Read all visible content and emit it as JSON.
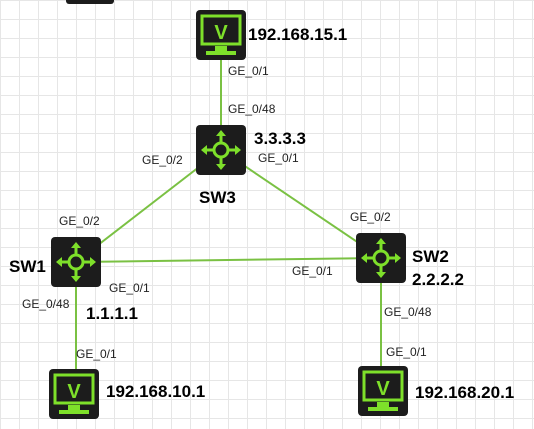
{
  "colors": {
    "link": "#7ac143",
    "device": "#1c1c1c",
    "accent": "#7ee02a"
  },
  "nodes": {
    "pc_top": {
      "label": "192.168.15.1",
      "icon": "pc-monitor-icon",
      "glyph": "V"
    },
    "sw3": {
      "label": "SW3",
      "ip": "3.3.3.3",
      "icon": "switch-icon"
    },
    "sw1": {
      "label": "SW1",
      "ip": "1.1.1.1",
      "icon": "switch-icon"
    },
    "sw2": {
      "label": "SW2",
      "ip": "2.2.2.2",
      "icon": "switch-icon"
    },
    "pc_left": {
      "label": "192.168.10.1",
      "icon": "pc-monitor-icon",
      "glyph": "V"
    },
    "pc_right": {
      "label": "192.168.20.1",
      "icon": "pc-monitor-icon",
      "glyph": "V"
    }
  },
  "links": [
    {
      "from": "pc_top",
      "to": "sw3",
      "from_port": "GE_0/1",
      "to_port": "GE_0/48"
    },
    {
      "from": "sw3",
      "to": "sw1",
      "from_port": "GE_0/2",
      "to_port": "GE_0/2"
    },
    {
      "from": "sw3",
      "to": "sw2",
      "from_port": "GE_0/1",
      "to_port": "GE_0/2"
    },
    {
      "from": "sw1",
      "to": "sw2",
      "from_port": "GE_0/1",
      "to_port": "GE_0/1"
    },
    {
      "from": "sw1",
      "to": "pc_left",
      "from_port": "GE_0/48",
      "to_port": "GE_0/1"
    },
    {
      "from": "sw2",
      "to": "pc_right",
      "from_port": "GE_0/48",
      "to_port": "GE_0/1"
    }
  ]
}
